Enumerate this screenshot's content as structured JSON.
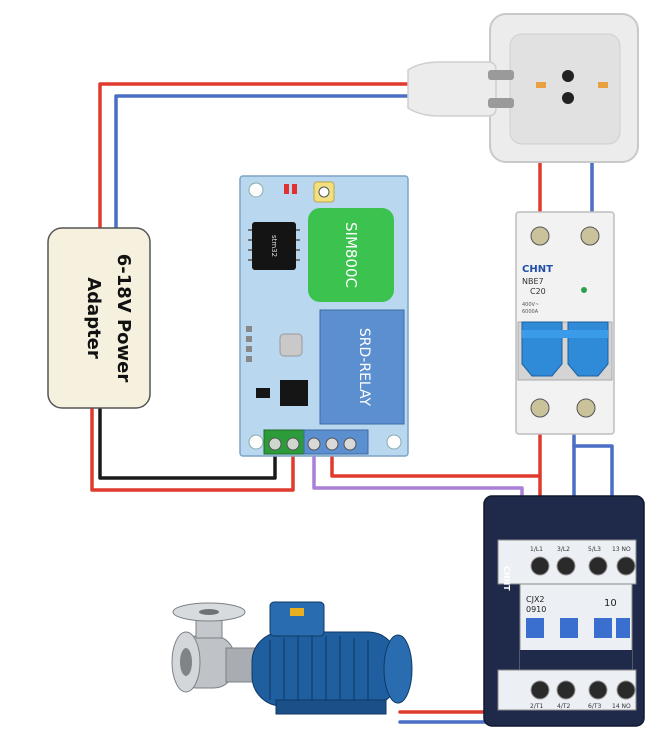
{
  "adapter": {
    "line1": "6-18V Power",
    "line2": "Adapter"
  },
  "board": {
    "chip_label": "stm32",
    "gsm_label": "SIM800C",
    "relay_label": "SRD-RELAY"
  },
  "breaker": {
    "brand": "CHNT",
    "model": "NBE7",
    "rating": "C20",
    "spec_line1": "400V~",
    "spec_line2": "6000A"
  },
  "contactor": {
    "brand": "CHNT",
    "model_line1": "CJX2",
    "model_line2": "0910",
    "rating": "10",
    "top_terminals": [
      "1/L1",
      "3/L2",
      "5/L3",
      "13 NO"
    ],
    "bottom_terminals": [
      "2/T1",
      "4/T2",
      "6/T3",
      "14 NO"
    ]
  },
  "colors": {
    "live_wire": "#e03a2f",
    "neutral_wire": "#4a6fc4",
    "control_wire": "#a97fd8",
    "dc_negative": "#1a1a1a",
    "board_blue": "#b9d8f0",
    "relay_blue": "#5b8fd0",
    "gsm_green": "#3cc24e",
    "breaker_blue": "#2f8ad8",
    "contactor_body": "#1f2a4a",
    "pump_blue": "#1f5fa0"
  }
}
